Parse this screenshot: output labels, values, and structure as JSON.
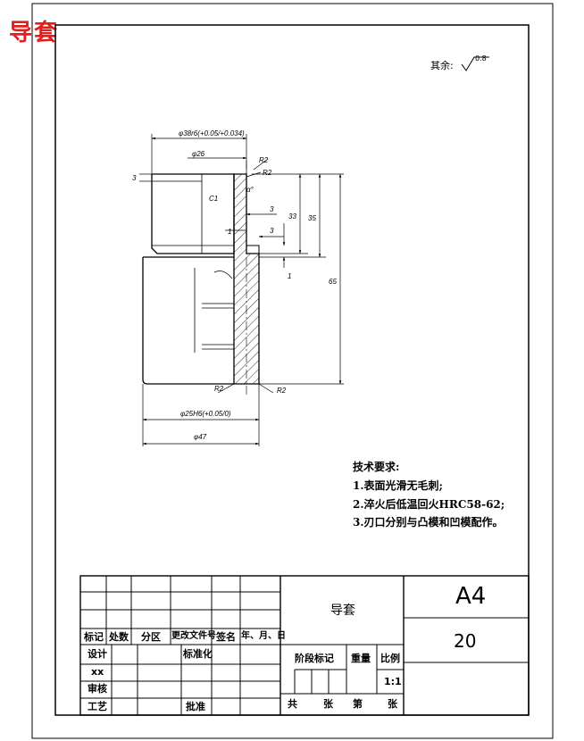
{
  "corner_title": "导套",
  "roughness": {
    "label": "其余:",
    "value": "0.8"
  },
  "dimensions": {
    "d38": "φ38r6(+0.05/+0.034)",
    "d26": "φ26",
    "r2_top1": "R2",
    "r2_top2": "R2",
    "angle": "α°",
    "three_a": "3",
    "three_b": "3",
    "three_left": "3",
    "c1": "C1",
    "one_a": "1",
    "one_b": "1",
    "d33": "33",
    "d35": "35",
    "d65": "65",
    "r2_bot1": "R2",
    "r2_bot2": "R2",
    "d25": "φ25H6(+0.05/0)",
    "d47": "φ47"
  },
  "tech_requirements": {
    "title": "技术要求:",
    "items": [
      "1.表面光滑无毛刺;",
      "2.淬火后低温回火HRC58-62;",
      "3.刃口分别与凸模和凹模配作。"
    ]
  },
  "title_block": {
    "part_name": "导套",
    "sheet_size": "A4",
    "drawing_no": "20",
    "headers": [
      "标记",
      "处数",
      "分区",
      "更改文件号",
      "签名",
      "年、月、日"
    ],
    "design": "设计",
    "standardize": "标准化",
    "xx": "xx",
    "review": "审核",
    "process": "工艺",
    "approve": "批准",
    "stage_mark": "阶段标记",
    "weight": "重量",
    "ratio": "比例",
    "ratio_value": "1:1",
    "total": "共",
    "sheets": "张",
    "page": "第",
    "sheet": "张"
  }
}
